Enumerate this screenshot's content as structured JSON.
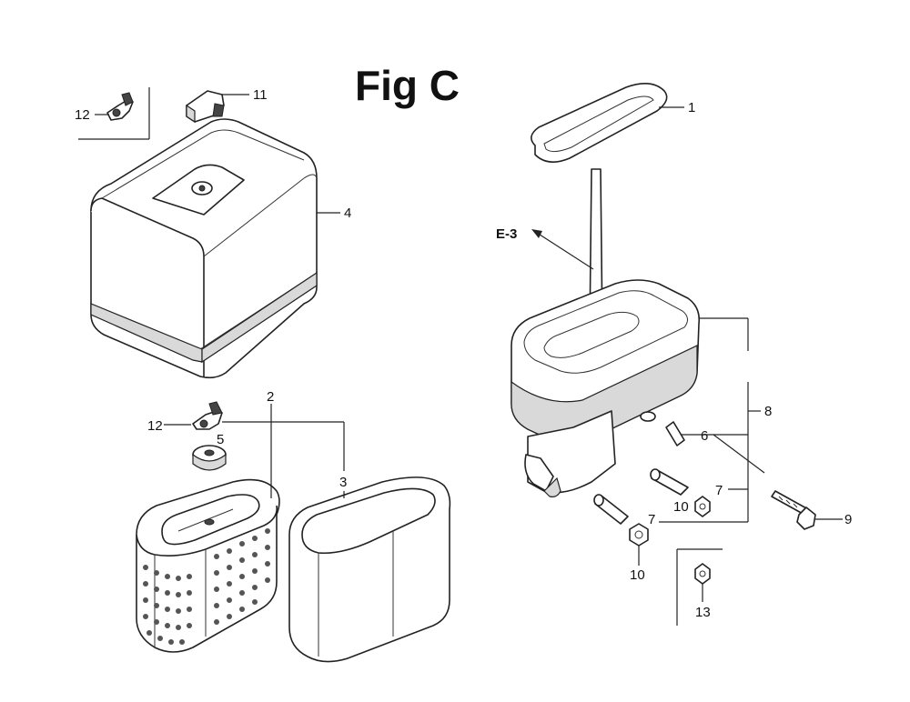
{
  "title": "Fig C",
  "reference": "E-3",
  "callouts": {
    "c1": "1",
    "c2": "2",
    "c3": "3",
    "c4": "4",
    "c5": "5",
    "c6": "6",
    "c7a": "7",
    "c7b": "7",
    "c8": "8",
    "c9": "9",
    "c10a": "10",
    "c10b": "10",
    "c11": "11",
    "c12a": "12",
    "c12b": "12",
    "c13": "13"
  }
}
